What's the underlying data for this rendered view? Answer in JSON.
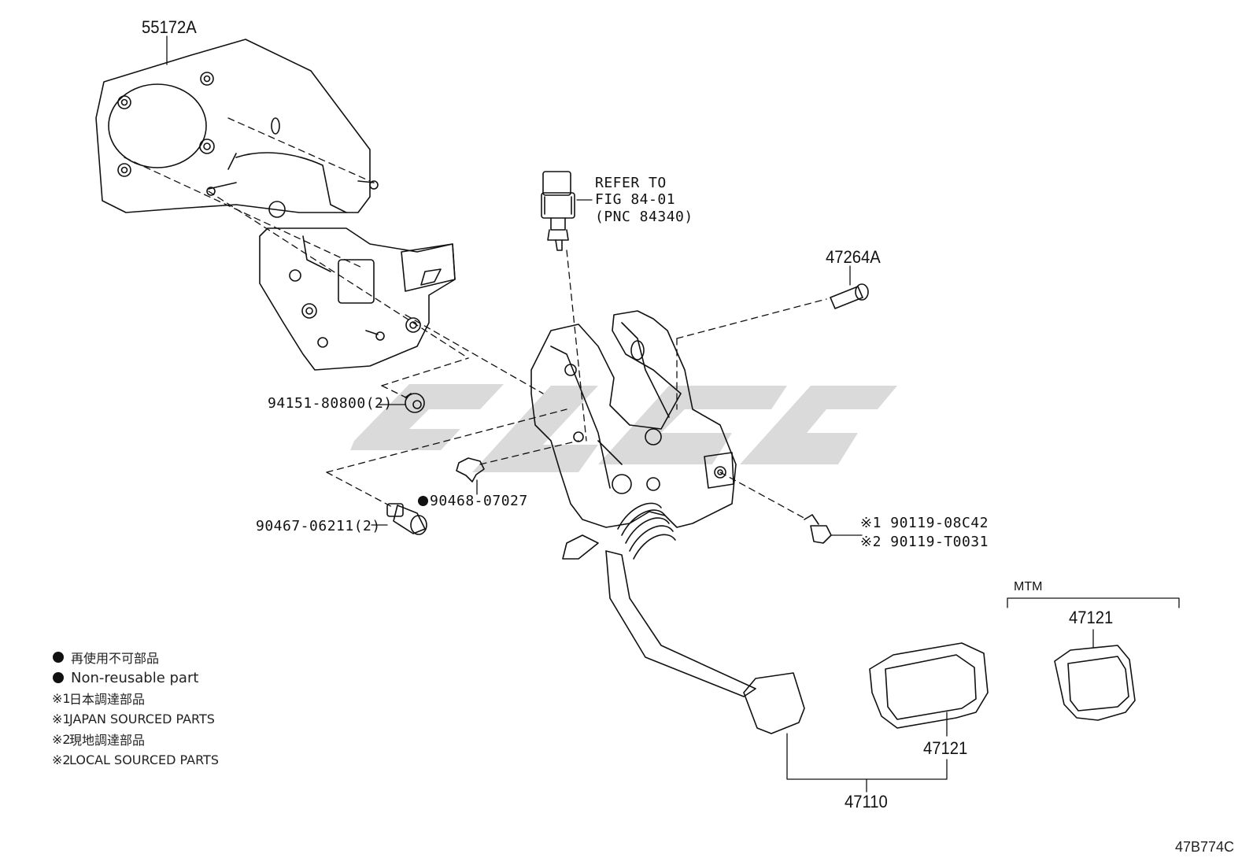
{
  "diagram_code": "47B774C",
  "refer": {
    "line1": "REFER TO",
    "line2": "FIG 84-01",
    "line3": "(PNC 84340)"
  },
  "parts": {
    "p55172A": "55172A",
    "p47264A": "47264A",
    "p94151": "94151-80800(2)",
    "p90468": "90468-07027",
    "p90467": "90467-06211(2)",
    "p90119_1": "※1 90119-08C42",
    "p90119_2": "※2 90119-T0031",
    "p47121_main": "47121",
    "p47121_mtm": "47121",
    "p47110": "47110",
    "mtm": "MTM"
  },
  "legend": [
    {
      "mark": "dot",
      "text": "再使用不可部品"
    },
    {
      "mark": "dot",
      "text": "Non-reusable part"
    },
    {
      "mark": "※1",
      "text": "日本調達部品"
    },
    {
      "mark": "※1",
      "text": "JAPAN SOURCED PARTS"
    },
    {
      "mark": "※2",
      "text": "現地調達部品"
    },
    {
      "mark": "※2",
      "text": "LOCAL SOURCED PARTS"
    }
  ],
  "colors": {
    "line": "#111111",
    "watermark": "#d9d9d9"
  }
}
